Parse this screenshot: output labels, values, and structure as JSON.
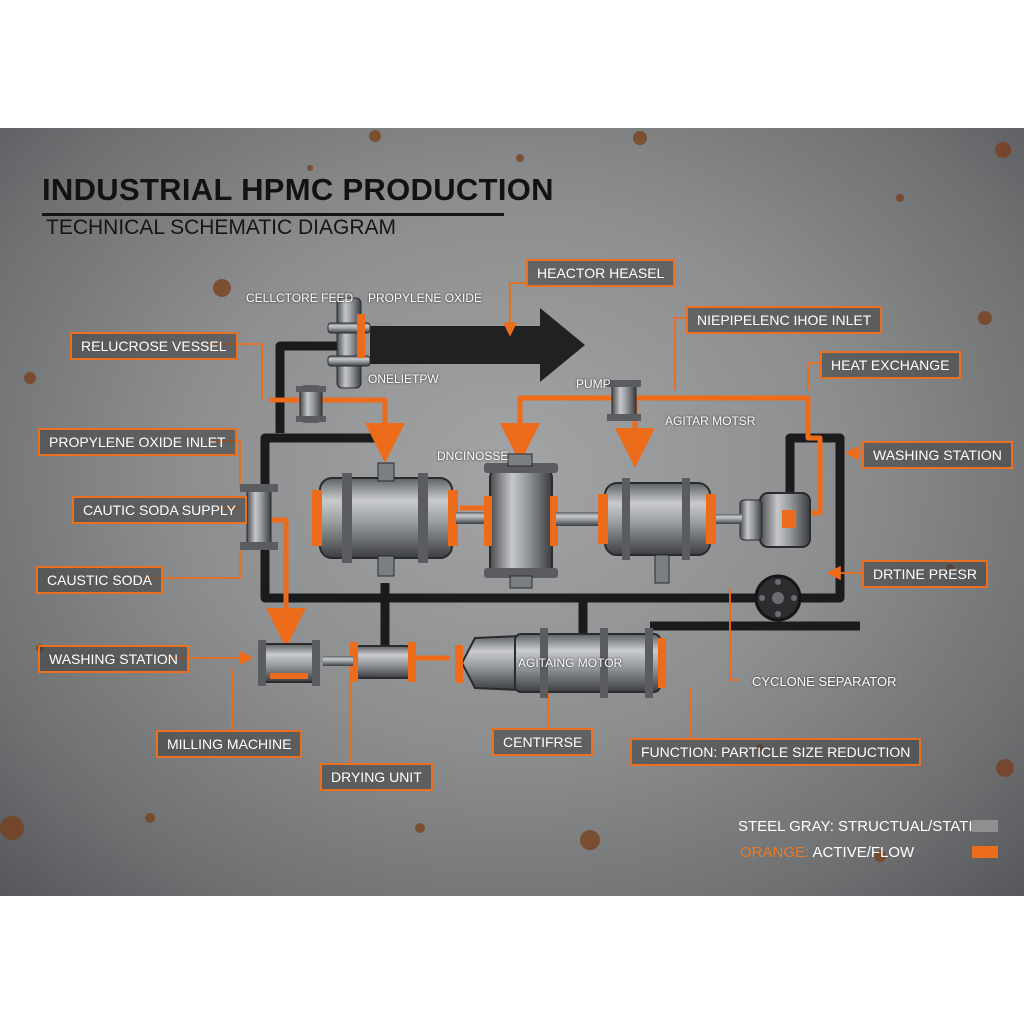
{
  "title": "INDUSTRIAL HPMC PRODUCTION",
  "subtitle": "TECHNICAL SCHEMATIC DIAGRAM",
  "colors": {
    "structural": "#8e8f91",
    "flow": "#ec6c1c",
    "pipe_dark": "#1a1b1d",
    "panel": "#8c8e90"
  },
  "labels": {
    "reactor_vessel": "HEACTOR HEASEL",
    "relucrose_vessel": "RELUCROSE VESSEL",
    "propylene_oxide_inlet_right": "NIEPIPELENC IHOE INLET",
    "heat_exchange": "HEAT EXCHANGE",
    "propylene_oxide_inlet_left": "PROPYLENE OXIDE INLET",
    "washing_station_right": "WASHING STATION",
    "caustic_soda_supply": "CAUTIC SODA SUPPLY",
    "drying_press": "DRTINE PRESR",
    "caustic_soda": "CAUSTIC SODA",
    "washing_station_left": "WASHING STATION",
    "milling_machine": "MILLING MACHINE",
    "drying_unit": "DRYING UNIT",
    "centifrse": "CENTIFRSE",
    "function_note": "FUNCTION: PARTICLE SIZE REDUCTION"
  },
  "captions": {
    "cellulose_feed": "CELLCTORE FEED",
    "propylene_oxide": "PROPYLENE OXIDE",
    "onelietpw": "ONELIETPW",
    "pump": "PUMP",
    "agitar_motor": "AGITAR MOTSR",
    "dncinosse": "DNCINOSSE",
    "agitating_motor": "AGITAING MOTOR",
    "cyclone_separator": "CYCLONE SEPARATOR"
  },
  "legend": {
    "structural_text": "STEEL GRAY: STRUCTUAL/STATIC",
    "flow_key": "ORANGE:",
    "flow_text": "ACTIVE/FLOW"
  }
}
